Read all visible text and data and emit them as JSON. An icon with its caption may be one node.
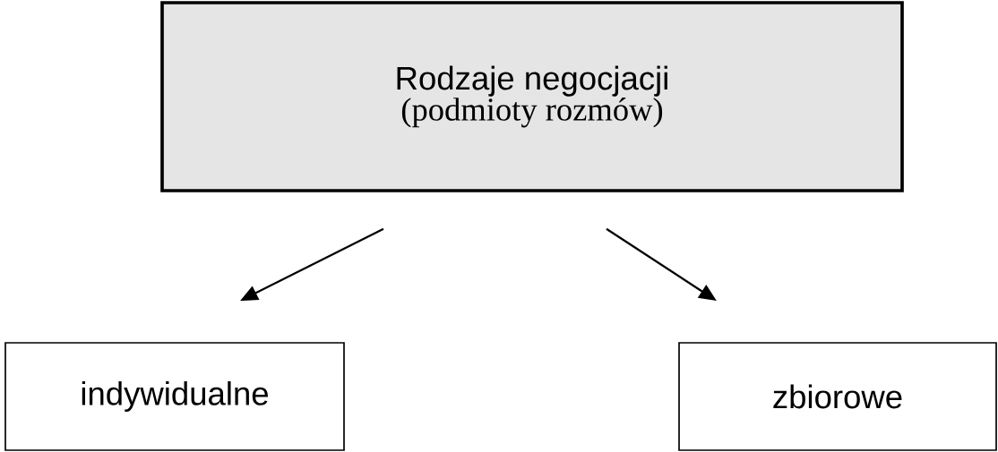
{
  "diagram": {
    "nodes": [
      {
        "text": [
          "Rodzaje negocjacji",
          "(podmioty rozmów)"
        ]
      },
      {
        "text": [
          "indywidualne"
        ]
      },
      {
        "text": [
          "zbiorowe"
        ]
      }
    ],
    "edges": [
      {
        "from": 0,
        "to": 1,
        "arrow": "to"
      },
      {
        "from": 0,
        "to": 2,
        "arrow": "to"
      }
    ]
  }
}
